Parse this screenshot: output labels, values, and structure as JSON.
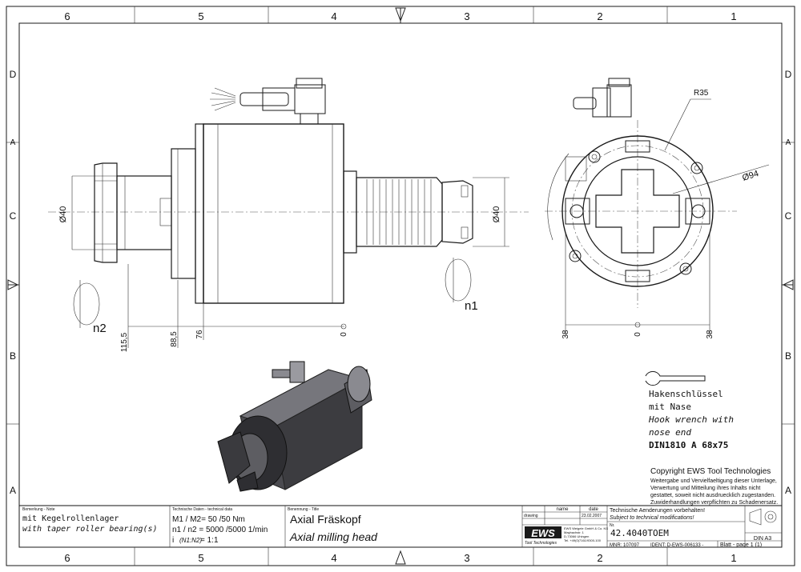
{
  "frame": {
    "col_labels": [
      "6",
      "5",
      "4",
      "3",
      "2",
      "1"
    ],
    "row_labels": [
      "D",
      "C",
      "B",
      "A"
    ]
  },
  "dimensions": {
    "shank_dia": "Ø40",
    "collet_dia": "Ø40",
    "d115": "115,5",
    "d88": "88,5",
    "d76": "76",
    "zero_left": "0",
    "zero_right": "0",
    "r35": "R35",
    "d94": "Ø94",
    "d38_left": "38",
    "d38_right": "38",
    "n1": "n1",
    "n2": "n2"
  },
  "accessory": {
    "line1": "Hakenschlüssel",
    "line2": "mit Nase",
    "line3": "Hook wrench with",
    "line4": "nose end",
    "line5": "DIN1810  A  68x75"
  },
  "copyright": {
    "title": "Copyright EWS Tool Technologies",
    "line1": "Weitergabe und Vervielfaeltigung dieser Unterlage,",
    "line2": "Verwertung und Mitteilung ihres Inhalts nicht",
    "line3": "gestattet, soweit nicht ausdruecklich zugestanden.",
    "line4": "Zuwiderhandlungen verpflichten zu Schadenersatz."
  },
  "title_block": {
    "remark_header": "Bemerkung - Note",
    "remark_de": "mit Kegelrollenlager",
    "remark_en": "with taper roller bearing(s)",
    "tech_header": "Technische Daten - technical data",
    "tech_line1": "M1 / M2= 50  /50  Nm",
    "tech_line2": "n1 / n2 = 5000 /5000  1/min",
    "tech_line3_label": "i",
    "tech_line3_sub": "(N1:N2)",
    "tech_line3_val": "= 1:1",
    "name_header": "Benennung - Title",
    "title_de": "Axial Fräskopf",
    "title_en": "Axial milling head",
    "col_name": "name",
    "col_date": "date",
    "row_drawing": "drawing",
    "drawing_date": "23.02.2007",
    "logo": "EWS",
    "logo_sub": "Tool Technologies",
    "company_line1": "EWS Weigele GmbH & Co. KG",
    "company_line2": "Maybachstr. 1",
    "company_line3": "D-73066 Uhingen",
    "company_line4": "Tel. +49(0)7161/9300-100",
    "change_de": "Technische Aenderungen vorbehalten!",
    "change_en": "Subject to technical modifications!",
    "nr_label": "Nr.",
    "drawing_no": "42.4040TOEM",
    "mnr": "MNR: 107097",
    "ident": "IDENT: D-EWS-006133 -",
    "sheet": "Blatt - page  1 (1)",
    "format": "DIN A3"
  }
}
